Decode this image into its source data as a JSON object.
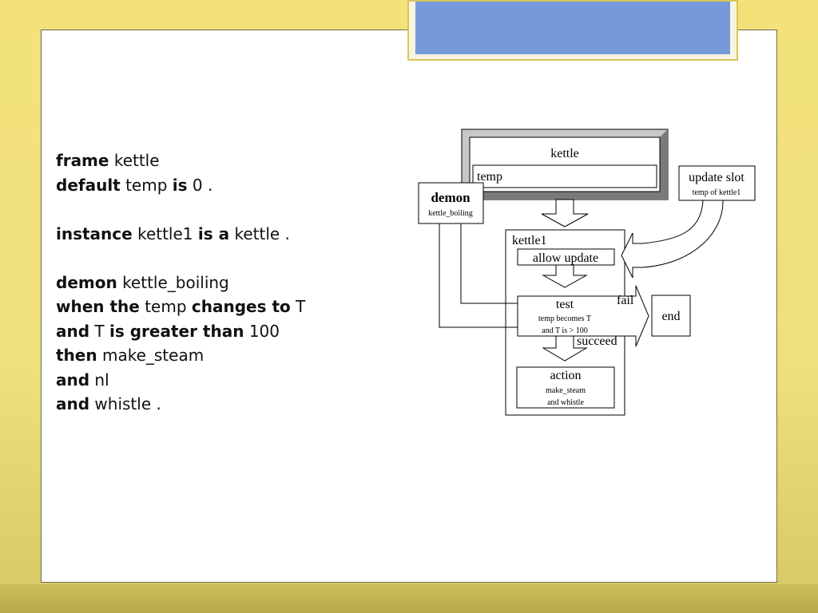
{
  "code": {
    "frame_kw": "frame",
    "frame_name": "kettle",
    "default_kw": "default",
    "default_slot": "temp",
    "is_kw": "is",
    "default_val": "0 .",
    "instance_kw": "instance",
    "instance_name": "kettle1",
    "isa_kw": "is a",
    "instance_class": "kettle .",
    "demon_kw": "demon",
    "demon_name": "kettle_boiling",
    "when_kw": "when the",
    "when_slot": "temp",
    "changes_kw": "changes to",
    "changes_var": "T",
    "and_kw_1": "and",
    "and_var": "T",
    "gt_kw": "is greater than",
    "gt_val": "100",
    "then_kw": "then",
    "then_action": "make_steam",
    "and_kw_2": "and",
    "and_action_1": "nl",
    "and_kw_3": "and",
    "and_action_2": "whistle ."
  },
  "diagram": {
    "kettle_title": "kettle",
    "kettle_slot": "temp",
    "update_title": "update slot",
    "update_sub": "temp of kettle1",
    "demon_title": "demon",
    "demon_sub": "kettle_boiling",
    "kettle1_title": "kettle1",
    "allow_update": "allow update",
    "test_title": "test",
    "test_sub_1": "temp becomes T",
    "test_sub_2": "and T is > 100",
    "fail_label": "fail",
    "end_label": "end",
    "succeed_label": "succeed",
    "action_title": "action",
    "action_sub_1": "make_steam",
    "action_sub_2": "and whistle"
  }
}
